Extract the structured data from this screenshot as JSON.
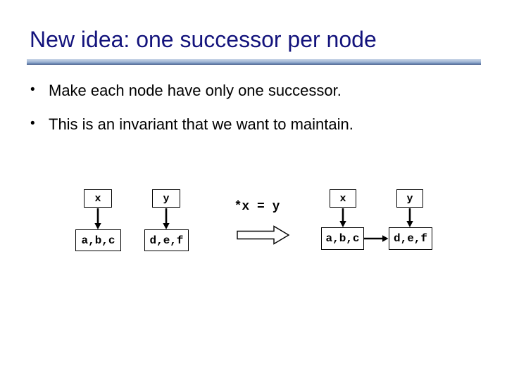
{
  "slide": {
    "title": "New idea: one successor per node",
    "bullet_char": "•",
    "bullets": [
      "Make each node have only one successor.",
      "This is an invariant that we want to maintain."
    ]
  },
  "diagram": {
    "before": {
      "pointers": [
        "x",
        "y"
      ],
      "nodes": [
        "a,b,c",
        "d,e,f"
      ],
      "edges": [
        "x → a,b,c",
        "y → d,e,f"
      ]
    },
    "operation": "*x = y",
    "after": {
      "pointers": [
        "x",
        "y"
      ],
      "nodes": [
        "a,b,c",
        "d,e,f"
      ],
      "edges": [
        "x → a,b,c",
        "y → d,e,f",
        "a,b,c → d,e,f"
      ]
    }
  },
  "colors": {
    "title_text": "#13137c",
    "body_text": "#000000",
    "divider_top": "#c7d4e6",
    "divider_mid": "#7b98c0",
    "divider_bottom": "#2f477a",
    "diagram_line": "#000000",
    "box_fill": "#ffffff"
  }
}
